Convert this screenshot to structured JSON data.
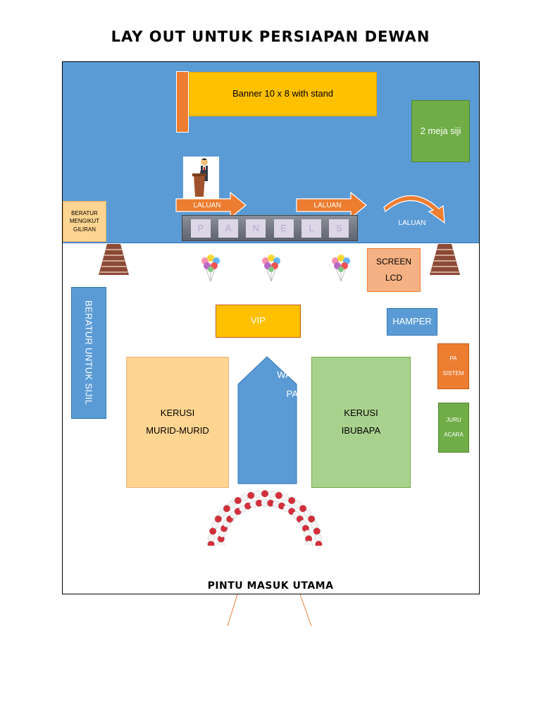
{
  "title": "LAY OUT UNTUK PERSIAPAN DEWAN",
  "banner": "Banner 10 x 8 with stand",
  "meja": "2 meja siji",
  "laluan": [
    "LALUAN",
    "LALUAN",
    "LALUAN"
  ],
  "panel_letters": [
    "P",
    "A",
    "N",
    "E",
    "L",
    "S"
  ],
  "queue_turn": [
    "BERATUR",
    "MENGIKUT",
    "GILIRAN"
  ],
  "screen": [
    "SCREEN",
    "LCD"
  ],
  "vip": "VIP",
  "hamper": "HAMPER",
  "sijil_queue": "BERATUR UNTUK SIJIL",
  "pa_system": [
    "PA",
    "SISTEM"
  ],
  "juru_acara": [
    "JURU",
    "ACARA"
  ],
  "kerusi_murid": [
    "KERUSI",
    "MURID-MURID"
  ],
  "kerusi_ibubapa": [
    "KERUSI",
    "IBUBAPA"
  ],
  "walking_path": [
    "WALKING",
    "PATH"
  ],
  "entrance": "PINTU MASUK UTAMA",
  "colors": {
    "stage": "#5b9bd5",
    "banner": "#ffc000",
    "orange": "#ed7d31",
    "green": "#70ad47",
    "peach": "#ffd591",
    "light_green": "#a9d18e",
    "salmon": "#f4b183"
  }
}
